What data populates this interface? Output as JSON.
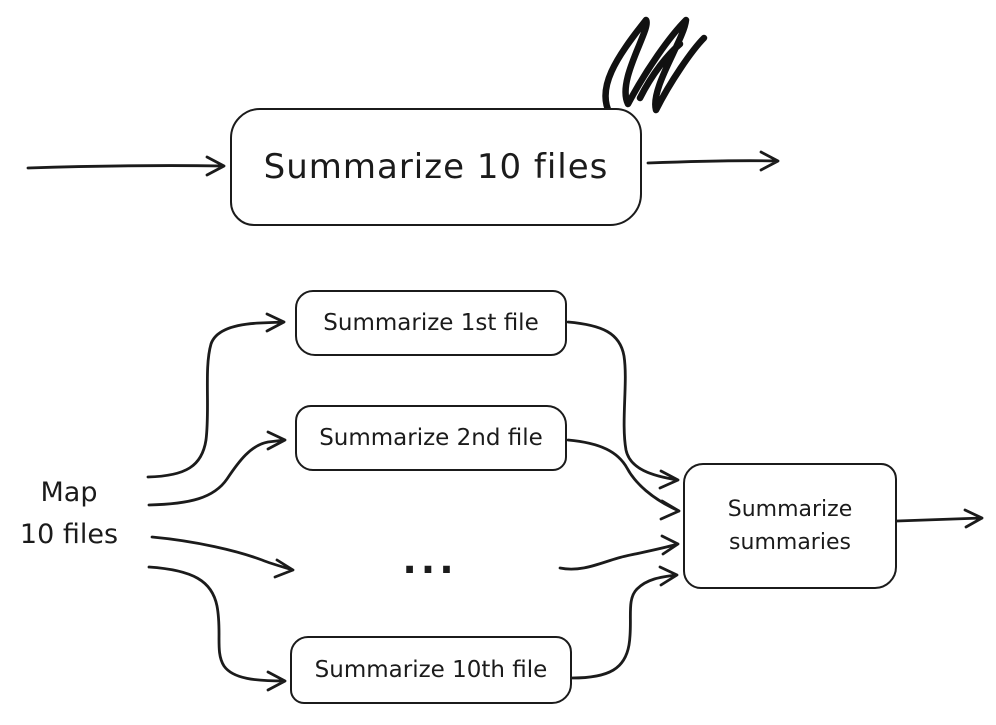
{
  "top": {
    "box_label": "Summarize 10 files"
  },
  "map": {
    "line1": "Map",
    "line2": "10 files"
  },
  "boxes": {
    "first": "Summarize 1st file",
    "second": "Summarize 2nd file",
    "tenth": "Summarize 10th file"
  },
  "ellipsis": "...",
  "result": {
    "line1": "Summarize",
    "line2": "summaries"
  },
  "colors": {
    "stroke": "#1b1b1b",
    "background": "#ffffff"
  }
}
